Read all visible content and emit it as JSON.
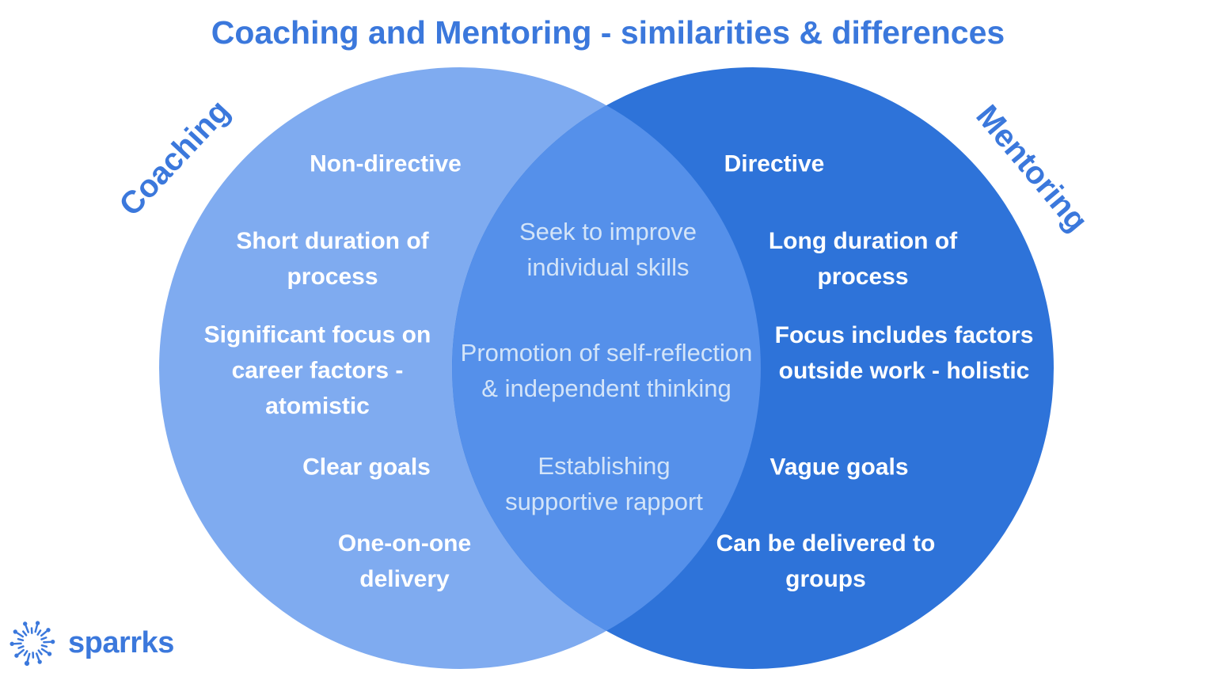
{
  "title": "Coaching and Mentoring - similarities & differences",
  "venn": {
    "left_label": "Coaching",
    "right_label": "Mentoring",
    "left_items": [
      "Non-directive",
      "Short duration of process",
      "Significant focus on career factors - atomistic",
      "Clear goals",
      "One-on-one delivery"
    ],
    "shared_items": [
      "Seek to improve individual skills",
      "Promotion of self-reflection & independent thinking",
      "Establishing supportive rapport"
    ],
    "right_items": [
      "Directive",
      "Long duration of process",
      "Focus includes factors outside work - holistic",
      "Vague goals",
      "Can be delivered to groups"
    ]
  },
  "logo": {
    "text": "sparrks",
    "icon": "spark-burst-icon"
  },
  "colors": {
    "accent_blue": "#3b78dc",
    "left_circle": "#7fabf0",
    "right_circle": "#2e73d9",
    "overlap": "#5590ea",
    "side_item_text": "#ffffff",
    "shared_item_text": "#d3e4f8",
    "background": "#ffffff"
  }
}
